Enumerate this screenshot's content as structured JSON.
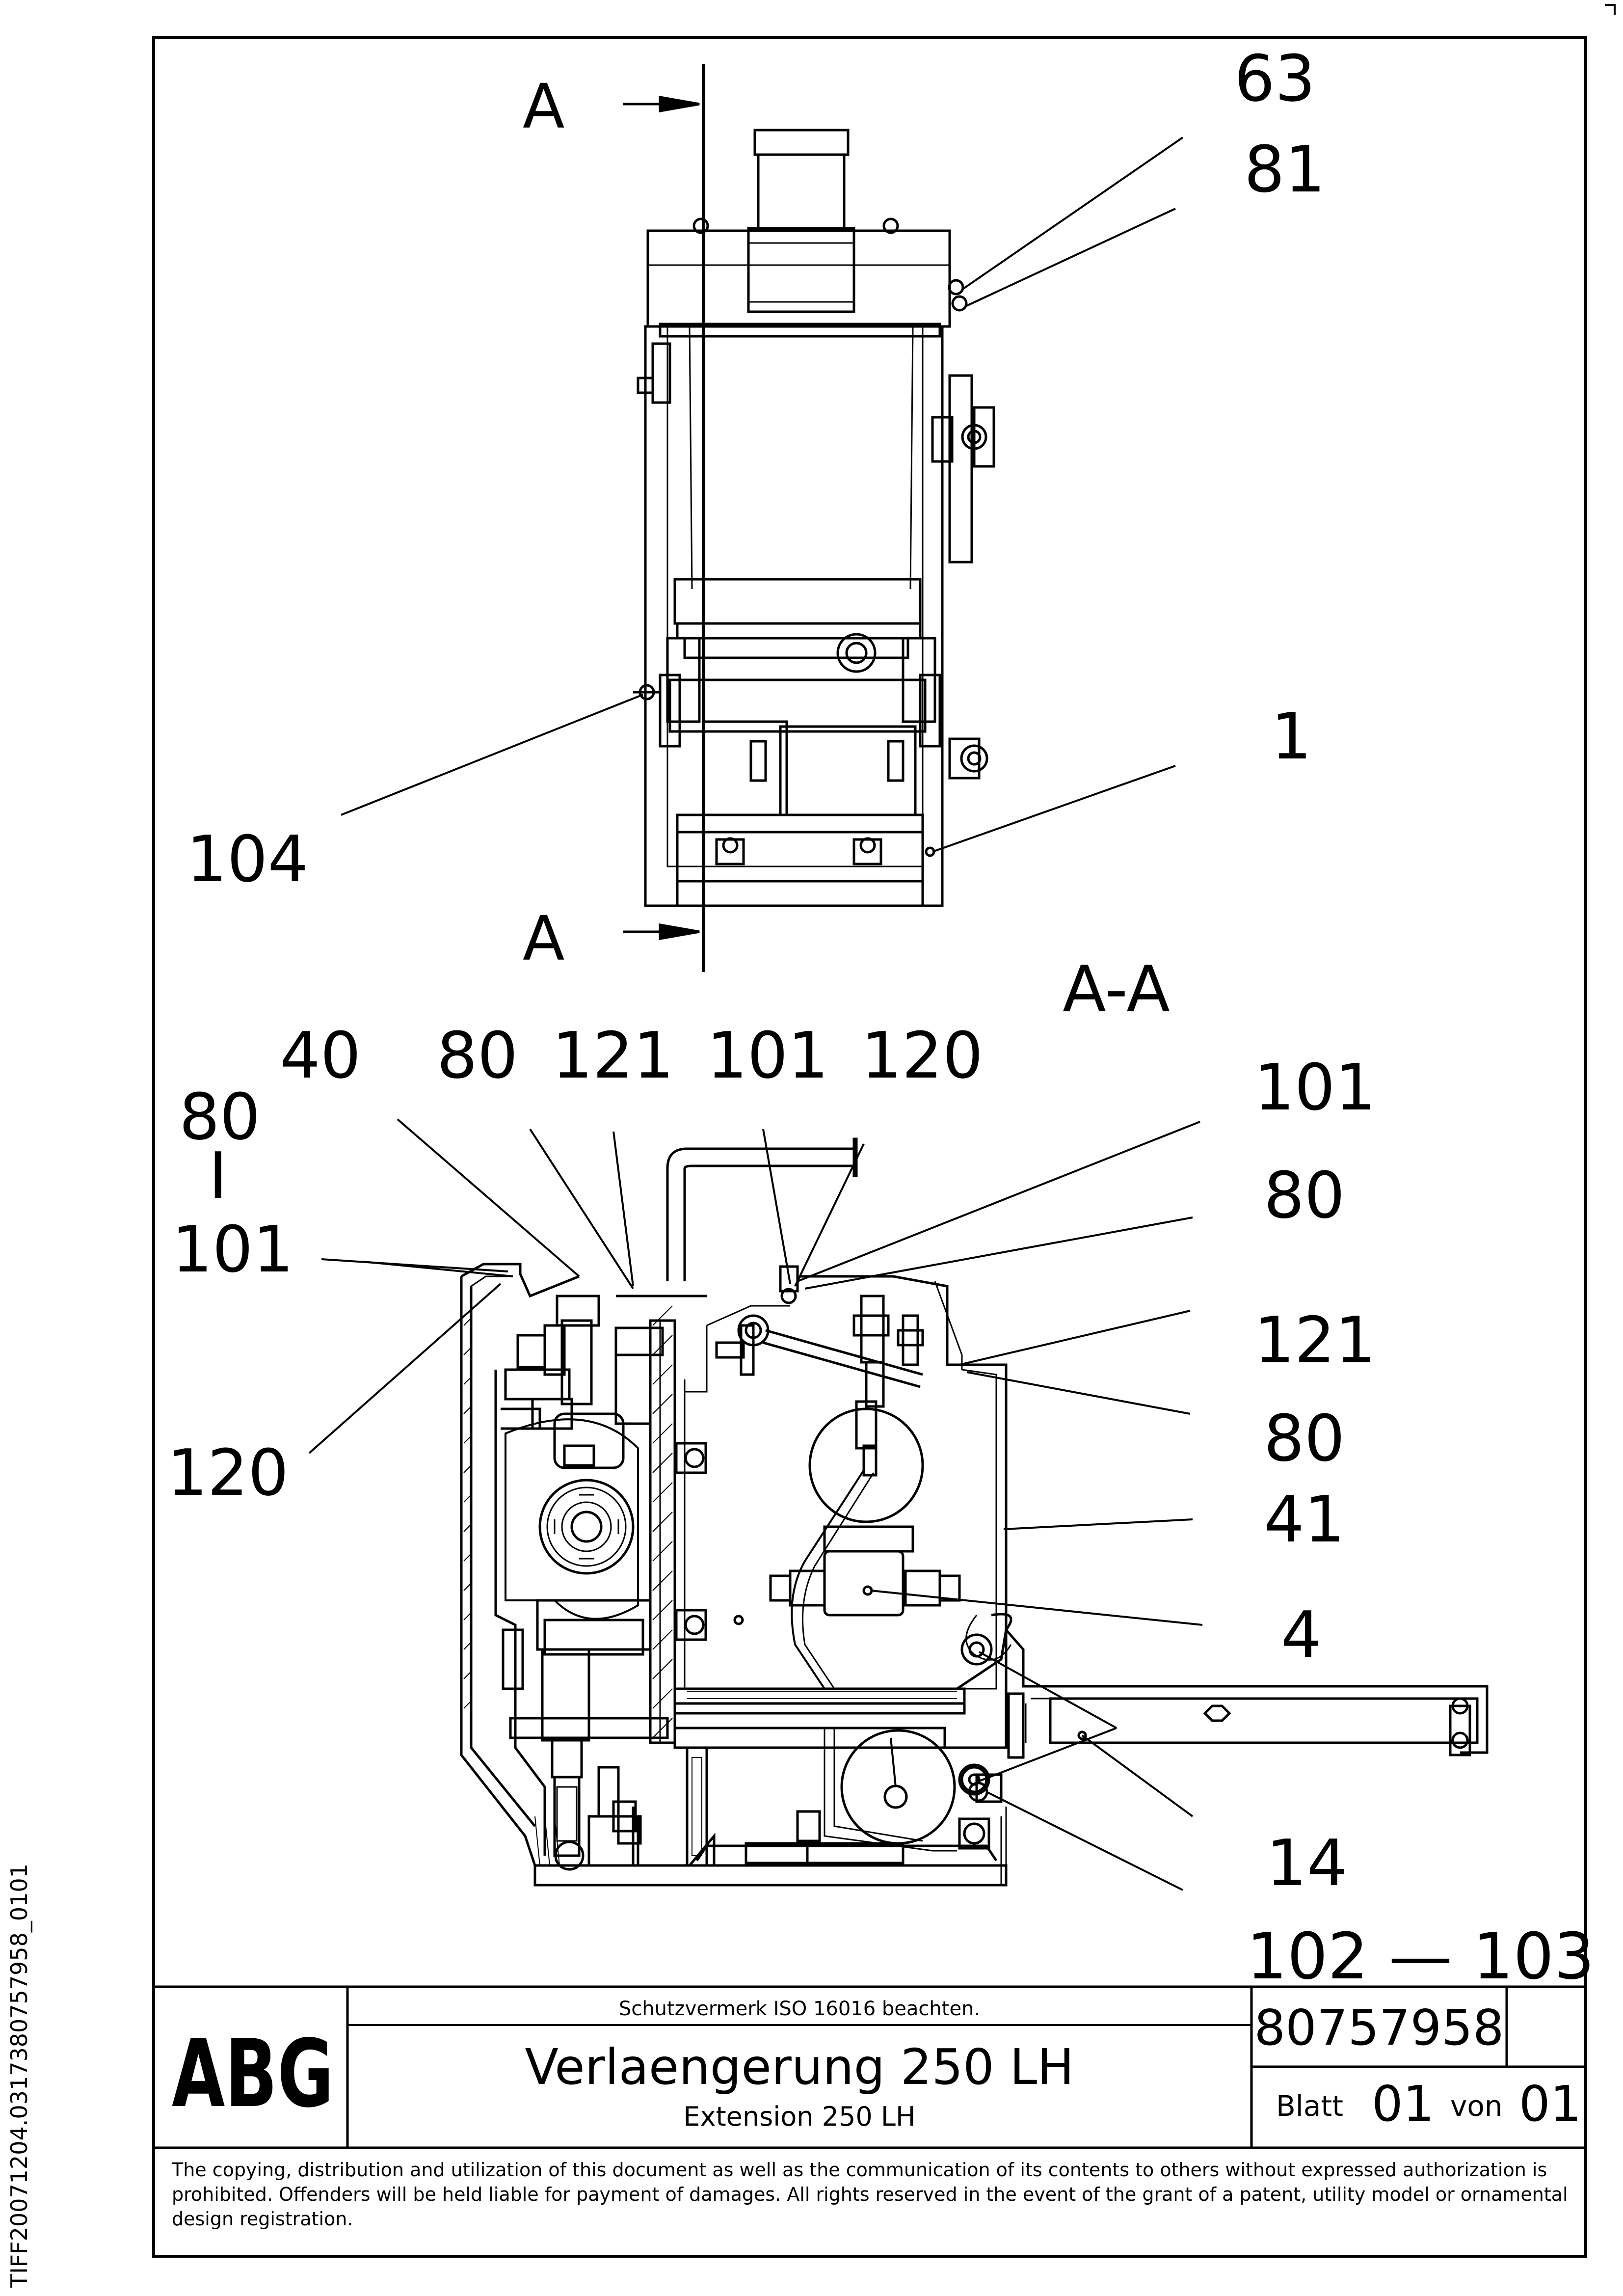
{
  "side_label": "TIFF20071204.0317380757958_0101",
  "section_marks": {
    "top": "A",
    "bottom": "A",
    "view_title": "A-A"
  },
  "callouts": {
    "top_view": [
      "63",
      "81",
      "1",
      "104"
    ],
    "section_top_row": [
      "40",
      "80",
      "121",
      "101",
      "120"
    ],
    "section_left": [
      "80",
      "I",
      "101",
      "120"
    ],
    "section_right": [
      "101",
      "80",
      "121",
      "80",
      "41",
      "4",
      "14",
      "102 — 103"
    ]
  },
  "title_block": {
    "logo": "ABG",
    "notice": "Schutzvermerk ISO 16016 beachten.",
    "title_de": "Verlaengerung 250 LH",
    "title_en": "Extension  250 LH",
    "drawing_number": "80757958",
    "sheet_label": "Blatt",
    "sheet_no": "01",
    "of_label": "von",
    "sheet_total": "01"
  },
  "copyright": "The copying, distribution and utilization of this document as well as the communication of its contents to others without expressed authorization is prohibited. Offenders will be held liable for payment of damages. All rights reserved in the event of the grant of a patent, utility model or ornamental design registration."
}
